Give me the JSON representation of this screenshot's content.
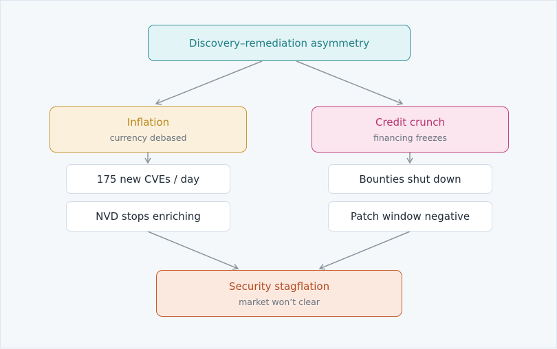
{
  "diagram": {
    "root": {
      "title": "Discovery–remediation asymmetry"
    },
    "left": {
      "title": "Inflation",
      "subtitle": "currency debased",
      "items": [
        "175 new CVEs / day",
        "NVD stops enriching"
      ]
    },
    "right": {
      "title": "Credit crunch",
      "subtitle": "financing freezes",
      "items": [
        "Bounties shut down",
        "Patch window negative"
      ]
    },
    "result": {
      "title": "Security stagflation",
      "subtitle": "market won’t clear"
    }
  },
  "colors": {
    "root_border": "#2b8f96",
    "root_fill": "#e3f4f6",
    "root_text": "#1f7f86",
    "inflation_border": "#c9962f",
    "inflation_fill": "#fbf0dc",
    "inflation_text": "#b98719",
    "credit_border": "#c4437f",
    "credit_fill": "#fbe5ef",
    "credit_text": "#b8356f",
    "result_border": "#c55a2a",
    "result_fill": "#fbe9e0",
    "result_text": "#b34a1c",
    "arrow": "#8a949d"
  }
}
